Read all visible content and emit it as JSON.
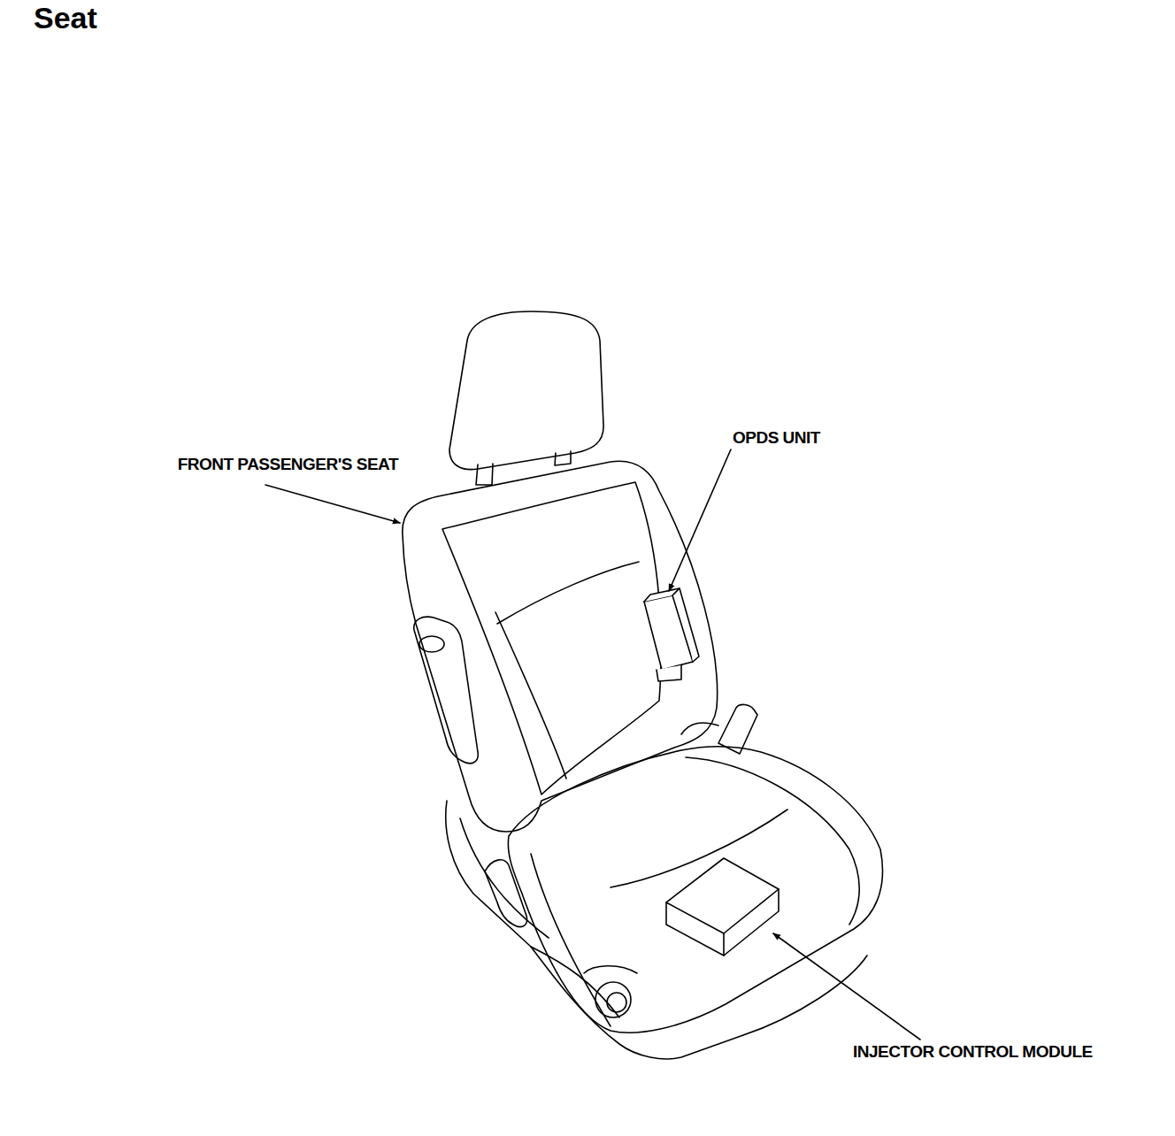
{
  "diagram": {
    "title": "Seat",
    "labels": [
      "FRONT PASSENGER'S SEAT",
      "OPDS UNIT",
      "INJECTOR CONTROL MODULE"
    ]
  }
}
